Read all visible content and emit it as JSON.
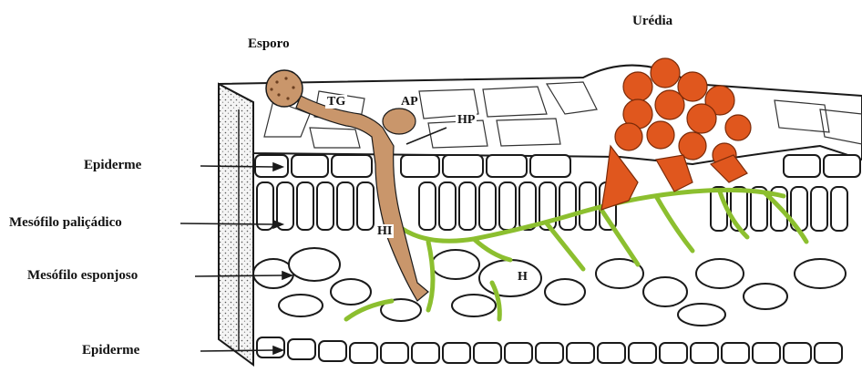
{
  "diagram": {
    "labels": {
      "spore": "Esporo",
      "uredium": "Urédia",
      "epidermis_top": "Epiderme",
      "palisade": "Mesófilo paliçádico",
      "spongy": "Mesófilo esponjoso",
      "epidermis_bottom": "Epiderme"
    },
    "structure_tags": {
      "tg": "TG",
      "ap": "AP",
      "hp": "HP",
      "hi": "HI",
      "h": "H"
    },
    "colors": {
      "fungus_spore": "#c9966b",
      "uredium": "#e0571e",
      "mycelium": "#8cbf2f",
      "outline": "#1a1a1a",
      "cell_fill": "#ffffff",
      "side_stipple": "#e8e8e8"
    }
  }
}
